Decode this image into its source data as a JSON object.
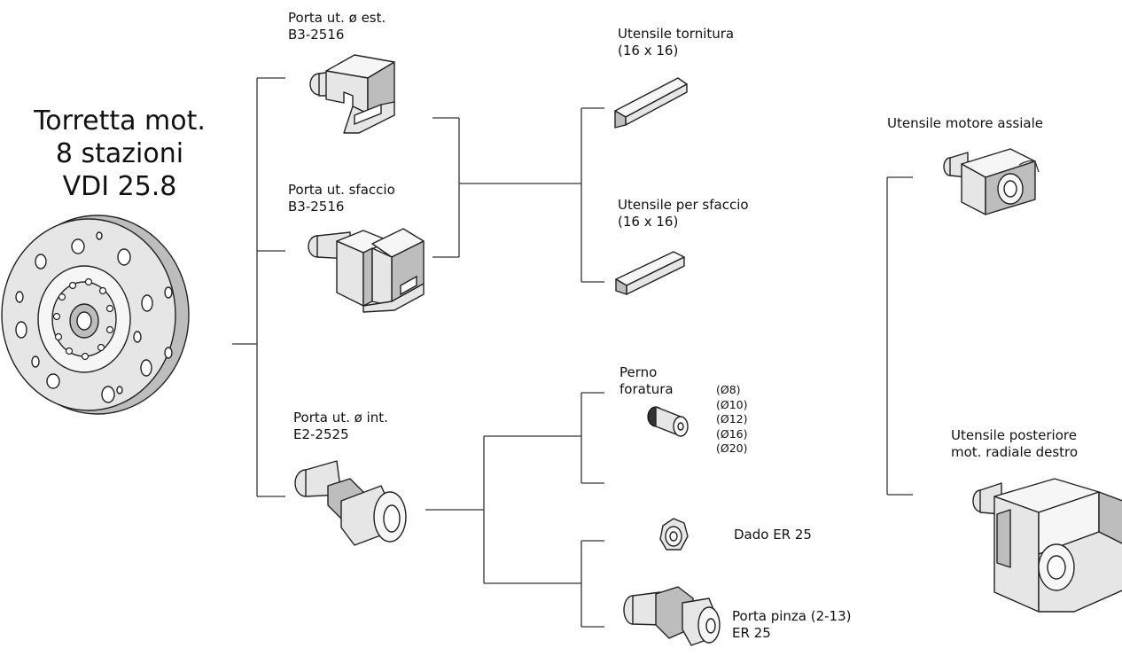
{
  "title_lines": [
    "Torretta mot.",
    "8 stazioni",
    "VDI 25.8"
  ],
  "labels": {
    "porta_est": [
      "Porta ut. ø est.",
      "B3-2516"
    ],
    "porta_sfaccio": [
      "Porta ut. sfaccio",
      "B3-2516"
    ],
    "porta_int": [
      "Porta ut. ø int.",
      "E2-2525"
    ],
    "utensile_tornitura": [
      "Utensile tornitura",
      "(16 x 16)"
    ],
    "utensile_sfaccio": [
      "Utensile per sfaccio",
      "(16 x 16)"
    ],
    "perno_foratura": [
      "Perno",
      "foratura"
    ],
    "perno_sizes": [
      "(Ø8)",
      "(Ø10)",
      "(Ø12)",
      "(Ø16)",
      "(Ø20)"
    ],
    "dado": "Dado ER 25",
    "porta_pinza": [
      "Porta pinza (2-13)",
      "ER 25"
    ],
    "motore_assiale": "Utensile motore assiale",
    "posteriore": [
      "Utensile posteriore",
      "mot. radiale destro"
    ]
  }
}
